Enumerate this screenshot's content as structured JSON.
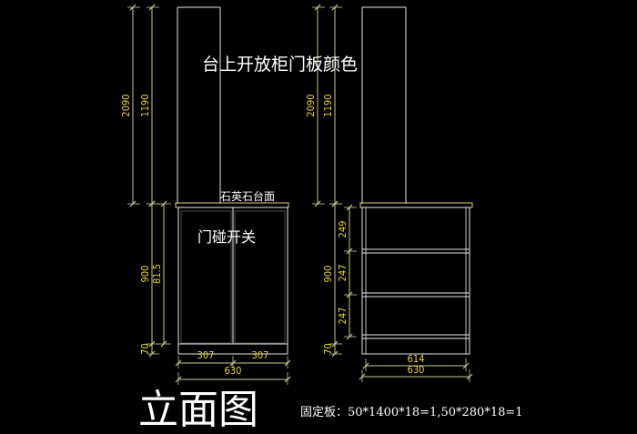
{
  "colors": {
    "background": "#000000",
    "structure_line": "#e6e6e6",
    "dimension_line": "#c8c890",
    "dimension_text": "#e8d820",
    "countertop": "#e8d070",
    "label_text": "#ffffff"
  },
  "labels": {
    "open_cabinet_note": "台上开放柜门板颜色",
    "countertop_note": "石英石台面",
    "door_switch_note": "门碰开关",
    "view_title": "立面图",
    "fixed_board_note": "固定板：50*1400*18=1,50*280*18=1"
  },
  "front_view": {
    "dim_total_height": "2090",
    "dim_upper_height": "1190",
    "dim_base_height": "900",
    "dim_door_height": "81.5",
    "dim_kick_height": "70",
    "dim_door_left_width": "307",
    "dim_door_right_width": "307",
    "dim_total_width": "630"
  },
  "side_view": {
    "dim_total_height": "2090",
    "dim_upper_height": "1190",
    "dim_base_height": "900",
    "dim_shelf_1": "249",
    "dim_shelf_2": "247",
    "dim_shelf_3": "247",
    "dim_kick_height": "70",
    "dim_inner_width": "614",
    "dim_total_width": "630"
  }
}
